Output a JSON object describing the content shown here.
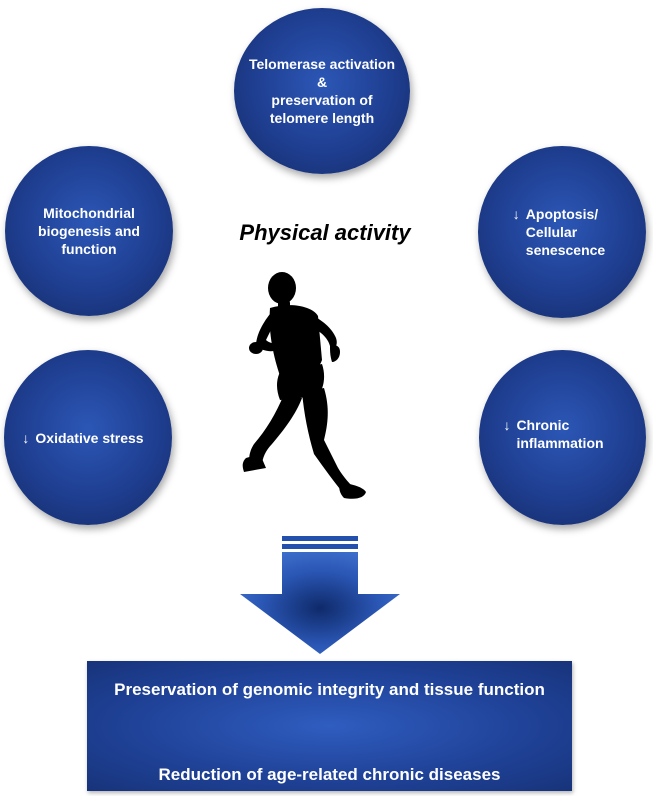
{
  "title": "Physical activity",
  "circles": {
    "top": {
      "lines": [
        "Telomerase activation",
        "&",
        "preservation of",
        "telomere length"
      ]
    },
    "upper_left": {
      "lines": [
        "Mitochondrial",
        "biogenesis and",
        "function"
      ]
    },
    "upper_right": {
      "arrow": "↓",
      "lines": [
        "Apoptosis/",
        "Cellular",
        "senescence"
      ]
    },
    "lower_left": {
      "arrow": "↓",
      "lines": [
        "Oxidative stress"
      ]
    },
    "lower_right": {
      "arrow": "↓",
      "lines": [
        "Chronic",
        "inflammation"
      ]
    }
  },
  "outcome": {
    "line1": "Preservation of genomic integrity and tissue function",
    "line2": "Reduction of age-related chronic diseases"
  },
  "colors": {
    "circle": "#1f3f92",
    "box": "#1f4196"
  },
  "icons": [
    "runner-silhouette-icon",
    "down-arrow-icon"
  ]
}
